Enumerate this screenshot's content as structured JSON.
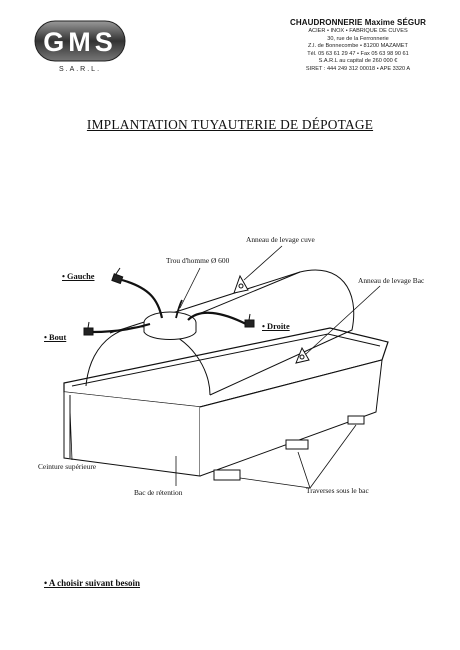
{
  "header": {
    "logo_text": "GMS",
    "logo_subtext": "S.A.R.L.",
    "company_name": "CHAUDRONNERIE Maxime SÉGUR",
    "lines": [
      "ACIER • INOX • FABRIQUE DE CUVES",
      "30, rue de la Ferronnerie",
      "Z.I. de Bonnecombe • 81200 MAZAMET",
      "Tél. 05 63 61 29 47 • Fax 05 63 98 90 61",
      "S.A.R.L au capital de 260 000 €",
      "SIRET : 444 249 312 00018 • APE 3320 A"
    ]
  },
  "title": "IMPLANTATION TUYAUTERIE  DE  DÉPOTAGE",
  "labels": {
    "anneau_cuve": "Anneau de levage cuve",
    "trou_homme": "Trou d'homme Ø 600",
    "anneau_bac": "Anneau de levage Bac",
    "gauche": "• Gauche",
    "droite": "• Droite",
    "bout": "• Bout",
    "ceinture": "Ceinture supérieure",
    "bac_retention": "Bac de rétention",
    "traverses": "Traverses sous le bac"
  },
  "footer_note": "• A choisir suivant besoin"
}
